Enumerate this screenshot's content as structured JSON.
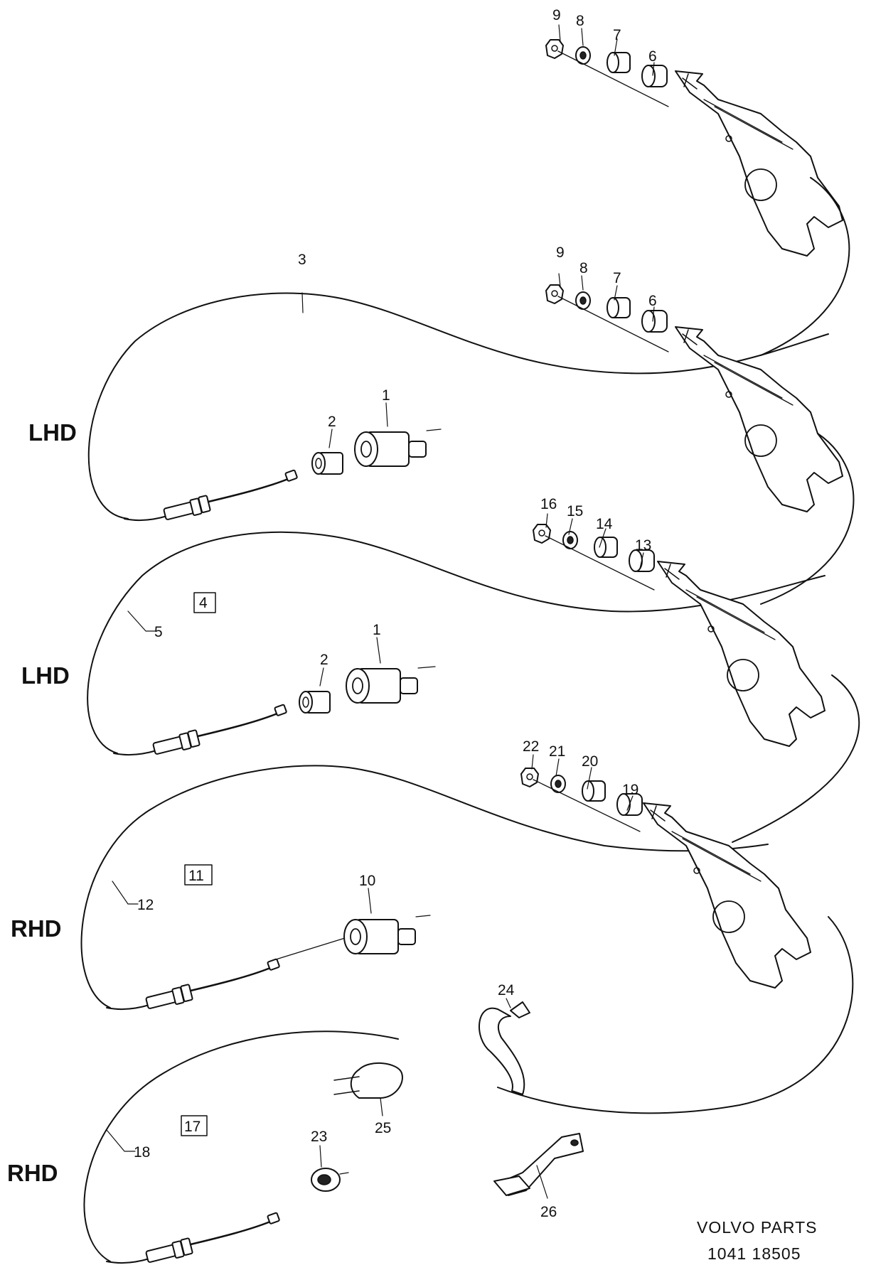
{
  "variants": [
    "LHD",
    "LHD",
    "RHD",
    "RHD"
  ],
  "callouts": {
    "top_set": [
      "9",
      "8",
      "7",
      "6"
    ],
    "lhd1_set": [
      "9",
      "8",
      "7",
      "6"
    ],
    "lhd1_cable": "3",
    "lhd1_parts": [
      "1",
      "2"
    ],
    "lhd2_set": [
      "16",
      "15",
      "14",
      "13"
    ],
    "lhd2_box": "4",
    "lhd2_cable": "5",
    "lhd2_parts": [
      "1",
      "2"
    ],
    "rhd1_set": [
      "22",
      "21",
      "20",
      "19"
    ],
    "rhd1_box": "11",
    "rhd1_cable": "12",
    "rhd1_part": "10",
    "rhd2_box": "17",
    "rhd2_cable": "18",
    "rhd2_part": "23",
    "clip": "24",
    "clamp": "25",
    "bracket": "26"
  },
  "footer": {
    "line1": "VOLVO  PARTS",
    "line2": "1041  18505"
  }
}
